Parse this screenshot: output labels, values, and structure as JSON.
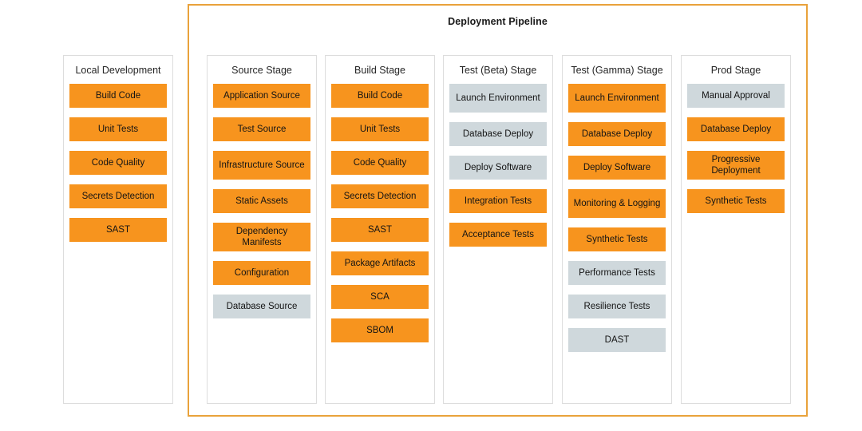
{
  "pipeline": {
    "title": "Deployment Pipeline",
    "frame_color": "#e9a23b"
  },
  "colors": {
    "orange": "#f7941e",
    "gray": "#cfd8dc",
    "card_border": "#dddddd",
    "text": "#141414"
  },
  "columns": [
    {
      "title": "Local Development",
      "inside_pipeline": false,
      "items": [
        {
          "label": "Build Code",
          "style": "orange"
        },
        {
          "label": "Unit Tests",
          "style": "orange"
        },
        {
          "label": "Code Quality",
          "style": "orange"
        },
        {
          "label": "Secrets Detection",
          "style": "orange"
        },
        {
          "label": "SAST",
          "style": "orange"
        }
      ]
    },
    {
      "title": "Source Stage",
      "inside_pipeline": true,
      "items": [
        {
          "label": "Application Source",
          "style": "orange"
        },
        {
          "label": "Test Source",
          "style": "orange"
        },
        {
          "label": "Infrastructure Source",
          "style": "orange",
          "lines": 2
        },
        {
          "label": "Static Assets",
          "style": "orange"
        },
        {
          "label": "Dependency Manifests",
          "style": "orange",
          "lines": 2
        },
        {
          "label": "Configuration",
          "style": "orange"
        },
        {
          "label": "Database Source",
          "style": "gray"
        }
      ]
    },
    {
      "title": "Build Stage",
      "inside_pipeline": true,
      "items": [
        {
          "label": "Build Code",
          "style": "orange"
        },
        {
          "label": "Unit Tests",
          "style": "orange"
        },
        {
          "label": "Code Quality",
          "style": "orange"
        },
        {
          "label": "Secrets Detection",
          "style": "orange"
        },
        {
          "label": "SAST",
          "style": "orange"
        },
        {
          "label": "Package Artifacts",
          "style": "orange"
        },
        {
          "label": "SCA",
          "style": "orange"
        },
        {
          "label": "SBOM",
          "style": "orange"
        }
      ]
    },
    {
      "title": "Test (Beta) Stage",
      "inside_pipeline": true,
      "items": [
        {
          "label": "Launch Environment",
          "style": "gray",
          "lines": 2
        },
        {
          "label": "Database Deploy",
          "style": "gray"
        },
        {
          "label": "Deploy Software",
          "style": "gray"
        },
        {
          "label": "Integration Tests",
          "style": "orange"
        },
        {
          "label": "Acceptance Tests",
          "style": "orange"
        }
      ]
    },
    {
      "title": "Test (Gamma) Stage",
      "inside_pipeline": true,
      "items": [
        {
          "label": "Launch Environment",
          "style": "orange",
          "lines": 2
        },
        {
          "label": "Database Deploy",
          "style": "orange"
        },
        {
          "label": "Deploy Software",
          "style": "orange"
        },
        {
          "label": "Monitoring & Logging",
          "style": "orange",
          "lines": 2
        },
        {
          "label": "Synthetic Tests",
          "style": "orange"
        },
        {
          "label": "Performance Tests",
          "style": "gray"
        },
        {
          "label": "Resilience Tests",
          "style": "gray"
        },
        {
          "label": "DAST",
          "style": "gray"
        }
      ]
    },
    {
      "title": "Prod Stage",
      "inside_pipeline": true,
      "items": [
        {
          "label": "Manual Approval",
          "style": "gray"
        },
        {
          "label": "Database Deploy",
          "style": "orange"
        },
        {
          "label": "Progressive Deployment",
          "style": "orange",
          "lines": 2
        },
        {
          "label": "Synthetic Tests",
          "style": "orange"
        }
      ]
    }
  ]
}
